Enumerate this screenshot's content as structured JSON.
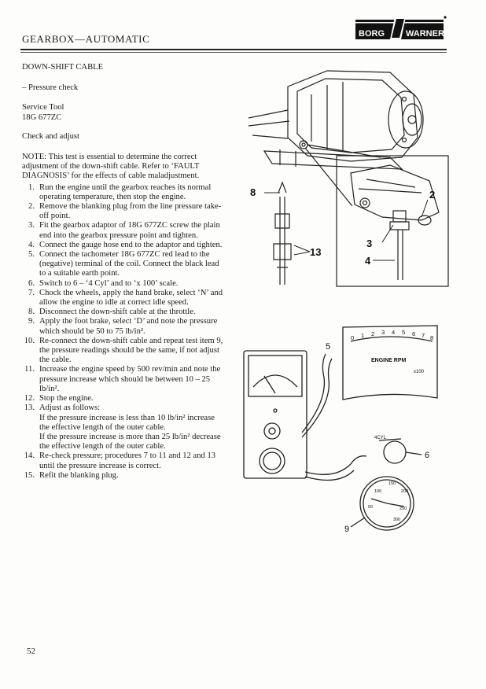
{
  "header": {
    "title": "GEARBOX—AUTOMATIC",
    "logo_text": "BORG WARNER"
  },
  "section": {
    "title": "DOWN-SHIFT CABLE",
    "subtitle": "– Pressure check",
    "tool_label": "Service Tool",
    "tool_number": "18G 677ZC",
    "check_title": "Check and adjust",
    "note": "NOTE: This test is essential to determine the correct adjustment of the down-shift cable. Refer to ‘FAULT DIAGNOSIS’ for the effects of cable maladjustment."
  },
  "steps": [
    {
      "num": "1.",
      "text": "Run the engine until the gearbox reaches its normal operating temperature, then stop the engine."
    },
    {
      "num": "2.",
      "text": "Remove the blanking plug from the line pressure take-off point."
    },
    {
      "num": "3.",
      "text": "Fit the gearbox adaptor of 18G 677ZC screw the plain end into the gearbox pressure point and tighten."
    },
    {
      "num": "4.",
      "text": "Connect the gauge hose end to the adaptor and tighten."
    },
    {
      "num": "5.",
      "text": "Connect the tachometer 18G 677ZC red lead to the (negative) terminal of the coil. Connect the black lead to a suitable earth point."
    },
    {
      "num": "6.",
      "text": "Switch to 6 – ‘4 Cyl’ and to ‘x 100’ scale."
    },
    {
      "num": "7.",
      "text": "Chock the wheels, apply the hand brake, select ‘N’ and allow the engine to idle at correct idle speed."
    },
    {
      "num": "8.",
      "text": "Disconnect the down-shift cable at the throttle."
    },
    {
      "num": "9.",
      "text": "Apply the foot brake, select ‘D’ and note the pressure which should be 50 to 75 lb/in²."
    },
    {
      "num": "10.",
      "text": "Re-connect the down-shift cable and repeat test item 9, the pressure readings should be the same, if not adjust the cable."
    },
    {
      "num": "11.",
      "text": "Increase the engine speed by 500 rev/min and note the pressure increase which should be between 10 – 25 lb/in²."
    },
    {
      "num": "12.",
      "text": "Stop the engine."
    },
    {
      "num": "13.",
      "text": "Adjust as follows:",
      "sub": [
        "If the pressure increase is less than 10 lb/in² increase the effective length of the outer cable.",
        "If the pressure increase is more than 25 lb/in² decrease the effective length of the outer cable."
      ]
    },
    {
      "num": "14.",
      "text": "Re-check pressure; procedures 7 to 11 and 12 and 13 until the pressure increase is correct."
    },
    {
      "num": "15.",
      "text": "Refit the blanking plug."
    }
  ],
  "figure1": {
    "callouts": [
      "8",
      "2",
      "3",
      "4",
      "13"
    ]
  },
  "figure2": {
    "callouts": [
      "5",
      "6",
      "9"
    ],
    "rpm_scale": [
      "0",
      "1",
      "2",
      "3",
      "4",
      "5",
      "6",
      "7",
      "8"
    ],
    "rpm_label": "ENGINE RPM",
    "rpm_multiplier": "x100",
    "switch_label": "4CYL",
    "pressure_scale": [
      "50",
      "100",
      "150",
      "200",
      "250",
      "300"
    ]
  },
  "footer": {
    "page_number": "52"
  }
}
